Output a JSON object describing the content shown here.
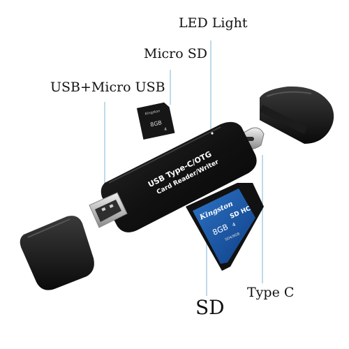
{
  "labels": {
    "led_light": "LED Light",
    "micro_sd": "Micro SD",
    "usb_micro_usb": "USB+Micro USB",
    "sd": "SD",
    "type_c": "Type C"
  },
  "device": {
    "line1": "USB Type-C/OTG",
    "line2": "Card Reader/Writer"
  },
  "micro_sd_card": {
    "brand": "Kingston",
    "capacity": "8GB",
    "class_mark": "4"
  },
  "sd_card": {
    "brand": "Kingston",
    "type": "SD HC",
    "capacity": "8GB",
    "class_mark": "4",
    "model": "SD4/8GB"
  },
  "colors": {
    "body": "#111111",
    "leader_line": "#7fb6d4",
    "sd_card_blue": "#1a5fb0",
    "metal": "#c8c8c8"
  }
}
